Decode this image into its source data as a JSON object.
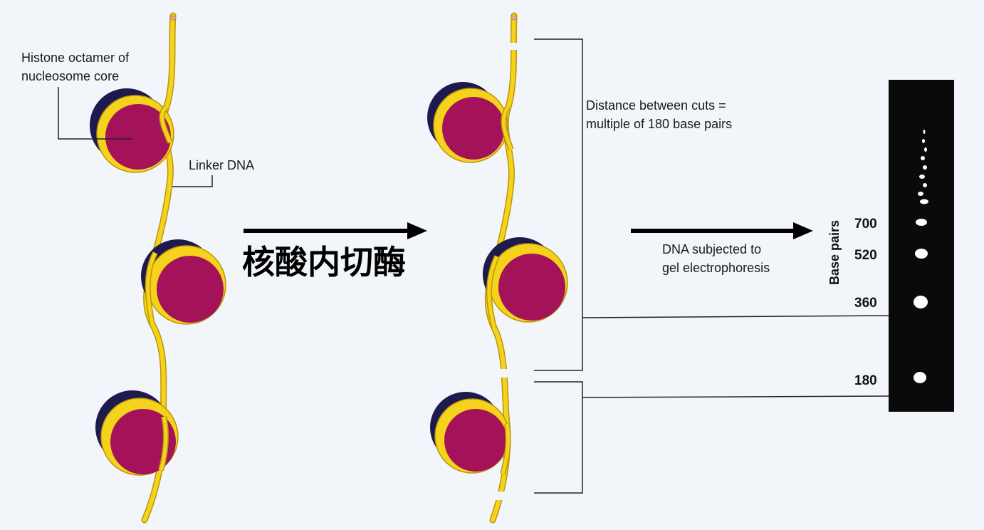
{
  "labels": {
    "histone_line1": "Histone octamer of",
    "histone_line2": "nucleosome core",
    "linker": "Linker DNA",
    "nuclease": "核酸内切酶",
    "distance_line1": "Distance between cuts =",
    "distance_line2": "multiple of 180 base pairs",
    "gel_line1": "DNA subjected to",
    "gel_line2": "gel electrophoresis",
    "axis": "Base pairs"
  },
  "gel": {
    "markers": [
      "700",
      "520",
      "360",
      "180"
    ]
  },
  "colors": {
    "dna": "#f5d31c",
    "dna_outline": "#b8960a",
    "histone_front": "#a4135a",
    "histone_back": "#1f1a4d",
    "gel_bg": "#0a0a0a",
    "band": "#ffffff",
    "arrow": "#000000",
    "page_bg": "#f2f6fa"
  }
}
